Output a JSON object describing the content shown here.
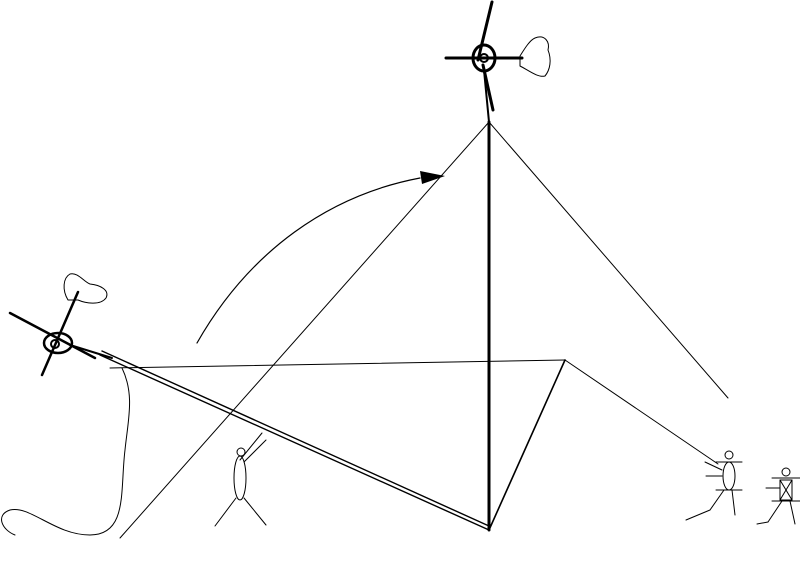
{
  "figure": {
    "background": "#ffffff",
    "ink_color": "#000000",
    "elements": [
      {
        "name": "wind-turbine-raised",
        "icon": "wind-turbine-icon"
      },
      {
        "name": "wind-turbine-lowered",
        "icon": "wind-turbine-icon"
      },
      {
        "name": "tower-mast",
        "icon": "pole-icon"
      },
      {
        "name": "guy-wires",
        "icon": "cable-icon"
      },
      {
        "name": "gin-pole-rig",
        "icon": "lever-icon"
      },
      {
        "name": "raising-arc-arrow",
        "icon": "curved-arrow-icon"
      },
      {
        "name": "power-cable",
        "icon": "cable-icon"
      },
      {
        "name": "standing-person",
        "icon": "person-icon"
      },
      {
        "name": "person-pulling-rope",
        "icon": "person-icon"
      },
      {
        "name": "person-helper",
        "icon": "person-icon"
      }
    ]
  }
}
